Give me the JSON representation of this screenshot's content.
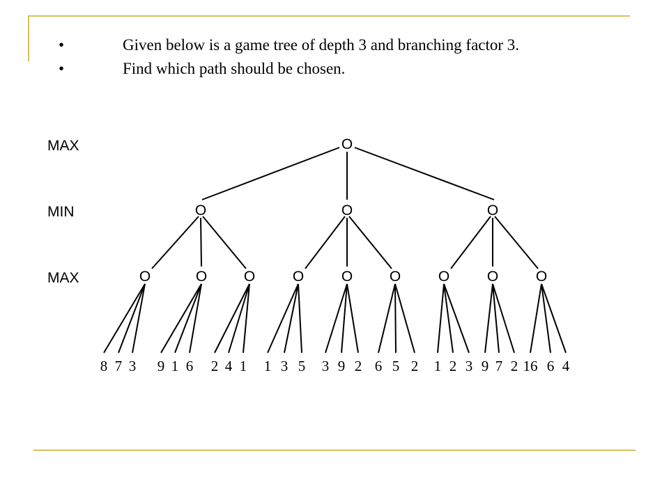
{
  "slide": {
    "bullets": [
      "Given below is a game tree of depth 3 and branching factor 3.",
      "Find which path should be chosen."
    ],
    "bullet_char": "•"
  },
  "tree": {
    "levels": [
      "MAX",
      "MIN",
      "MAX"
    ],
    "node_marker": "O",
    "leaves": [
      "8",
      "7",
      "3",
      "9",
      "1",
      "6",
      "2",
      "4",
      "1",
      "1",
      "3",
      "5",
      "3",
      "9",
      "2",
      "6",
      "5",
      "2",
      "1",
      "2",
      "3",
      "9",
      "7",
      "2",
      "16",
      "6",
      "4"
    ]
  },
  "colors": {
    "accent_rule": "#d8c05a",
    "ink": "#000000"
  }
}
